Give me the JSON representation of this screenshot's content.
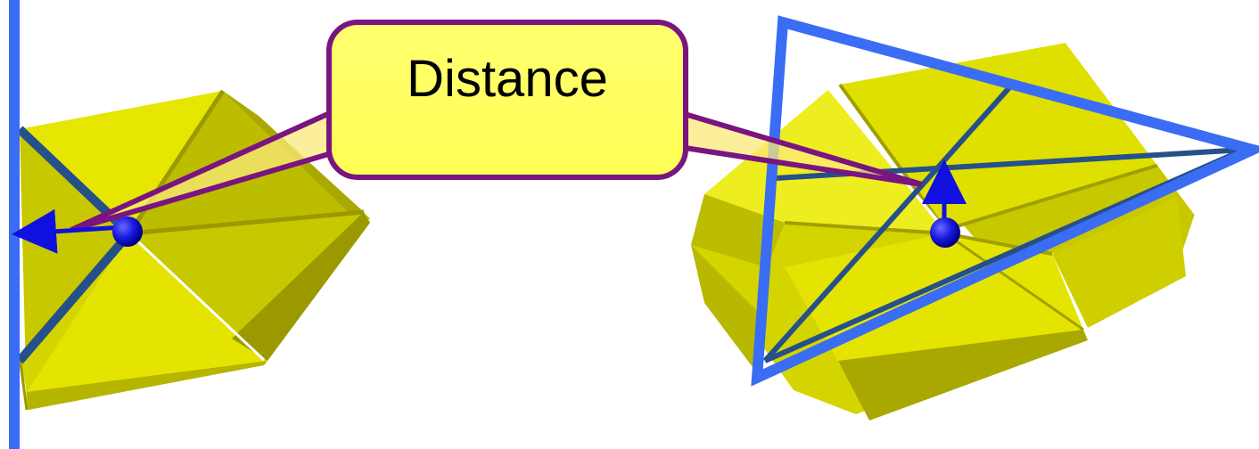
{
  "callout": {
    "label": "Distance"
  },
  "colors": {
    "background": "#ffffff",
    "yellow_face": "#e6e600",
    "yellow_shade": "#c8c800",
    "yellow_dark": "#9a9a00",
    "frame_blue": "#3a6cf4",
    "edge_navy": "#26508a",
    "vector_blue": "#1010e0",
    "callout_fill": "#ffff66",
    "callout_border": "#7a1480",
    "leader_line": "#7a1480"
  },
  "icons": {
    "left_point": "blue-sphere",
    "right_point": "blue-sphere",
    "left_vector": "arrow",
    "right_vector": "arrow"
  }
}
